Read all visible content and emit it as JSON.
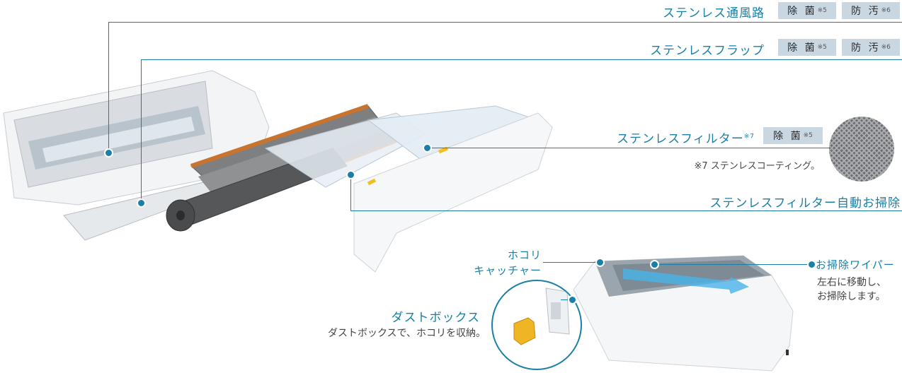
{
  "labels": {
    "stainless_duct": "ステンレス通風路",
    "stainless_flap": "ステンレスフラップ",
    "stainless_filter": "ステンレスフィルター",
    "stainless_filter_note_mark": "※7",
    "stainless_filter_note": "※7 ステンレスコーティング。",
    "filter_auto_clean": "ステンレスフィルター自動お掃除",
    "dust_catcher_line1": "ホコリ",
    "dust_catcher_line2": "キャッチャー",
    "cleaning_wiper": "お掃除ワイパー",
    "cleaning_wiper_desc_line1": "左右に移動し、",
    "cleaning_wiper_desc_line2": "お掃除します。",
    "dust_box": "ダストボックス",
    "dust_box_desc": "ダストボックスで、ホコリを収納。"
  },
  "badges": {
    "antibacterial": "除 菌",
    "antibacterial_mark": "※5",
    "antifouling": "防 汚",
    "antifouling_mark": "※6"
  },
  "colors": {
    "accent": "#1a7fa6",
    "badge_bg": "#c9d7e3"
  }
}
